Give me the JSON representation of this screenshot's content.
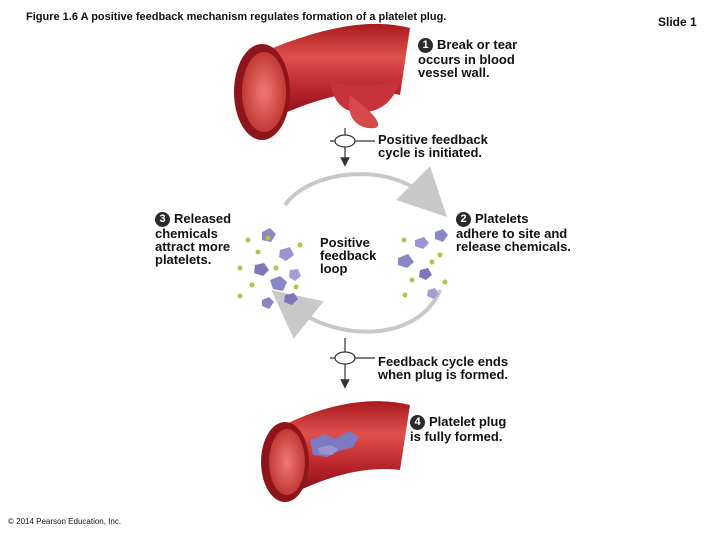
{
  "header": {
    "figure_title": "Figure 1.6 A positive feedback mechanism regulates formation of a platelet plug.",
    "slide_label": "Slide 1"
  },
  "steps": [
    {
      "number": "1",
      "line1": "Break or tear",
      "line2": "occurs in blood",
      "line3": "vessel wall."
    },
    {
      "number": "2",
      "line1": "Platelets",
      "line2": "adhere to site and",
      "line3": "release chemicals."
    },
    {
      "number": "3",
      "line1": "Released",
      "line2": "chemicals",
      "line3": "attract more",
      "line4": "platelets."
    },
    {
      "number": "4",
      "line1": "Platelet plug",
      "line2": "is fully formed."
    }
  ],
  "cycle": {
    "initiated_line1": "Positive feedback",
    "initiated_line2": "cycle is initiated.",
    "loop_line1": "Positive",
    "loop_line2": "feedback",
    "loop_line3": "loop",
    "ends_line1": "Feedback cycle ends",
    "ends_line2": "when plug is formed."
  },
  "footer": {
    "copyright": "© 2014 Pearson Education, Inc."
  },
  "colors": {
    "vessel": "#c0272d",
    "vessel_light": "#e45a55",
    "platelet": "#8b86c4",
    "cycle_arrow": "#c8c8c8"
  }
}
